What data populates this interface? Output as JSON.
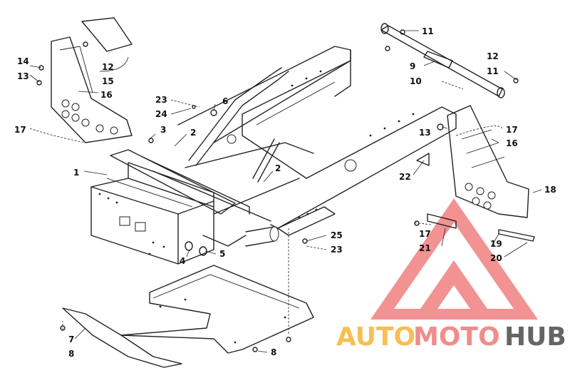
{
  "diagram": {
    "callouts": [
      {
        "id": "c-11a",
        "text": "11"
      },
      {
        "id": "c-12a",
        "text": "12"
      },
      {
        "id": "c-11b",
        "text": "11"
      },
      {
        "id": "c-9",
        "text": "9"
      },
      {
        "id": "c-10",
        "text": "10"
      },
      {
        "id": "c-14",
        "text": "14"
      },
      {
        "id": "c-13a",
        "text": "13"
      },
      {
        "id": "c-12b",
        "text": "12"
      },
      {
        "id": "c-15",
        "text": "15"
      },
      {
        "id": "c-16a",
        "text": "16"
      },
      {
        "id": "c-17a",
        "text": "17"
      },
      {
        "id": "c-23a",
        "text": "23"
      },
      {
        "id": "c-24",
        "text": "24"
      },
      {
        "id": "c-6",
        "text": "6"
      },
      {
        "id": "c-3",
        "text": "3"
      },
      {
        "id": "c-2a",
        "text": "2"
      },
      {
        "id": "c-1",
        "text": "1"
      },
      {
        "id": "c-2b",
        "text": "2"
      },
      {
        "id": "c-13b",
        "text": "13"
      },
      {
        "id": "c-17b",
        "text": "17"
      },
      {
        "id": "c-16b",
        "text": "16"
      },
      {
        "id": "c-22",
        "text": "22"
      },
      {
        "id": "c-18",
        "text": "18"
      },
      {
        "id": "c-25",
        "text": "25"
      },
      {
        "id": "c-23b",
        "text": "23"
      },
      {
        "id": "c-4",
        "text": "4"
      },
      {
        "id": "c-5",
        "text": "5"
      },
      {
        "id": "c-17c",
        "text": "17"
      },
      {
        "id": "c-19",
        "text": "19"
      },
      {
        "id": "c-21",
        "text": "21"
      },
      {
        "id": "c-20",
        "text": "20"
      },
      {
        "id": "c-7",
        "text": "7"
      },
      {
        "id": "c-8a",
        "text": "8"
      },
      {
        "id": "c-8b",
        "text": "8"
      }
    ]
  },
  "watermark": {
    "part1": "AUTO",
    "part2": "MOTO",
    "part3": "HUB",
    "color1": "#f5b942",
    "color2": "#f08080",
    "color3": "#555555",
    "triangle_color": "#f08080"
  }
}
